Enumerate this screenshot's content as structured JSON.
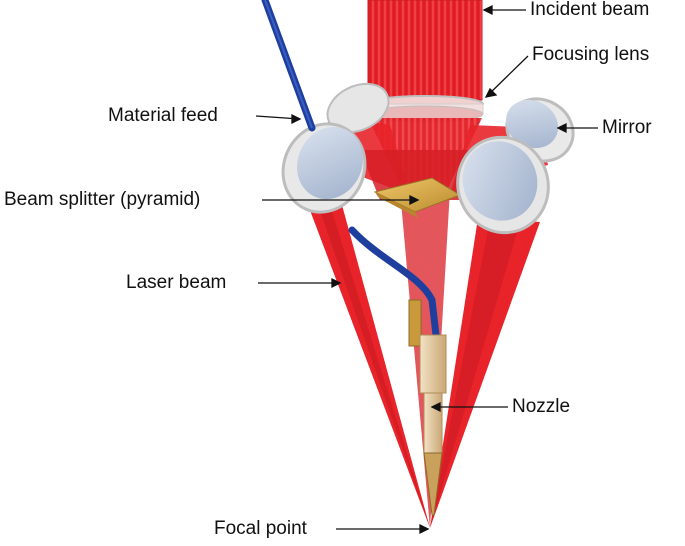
{
  "labels": {
    "incident_beam": "Incident beam",
    "focusing_lens": "Focusing lens",
    "material_feed": "Material feed",
    "mirror": "Mirror",
    "beam_splitter": "Beam splitter (pyramid)",
    "laser_beam": "Laser beam",
    "nozzle": "Nozzle",
    "focal_point": "Focal point"
  },
  "colors": {
    "laser": "#e8232a",
    "laser_dark": "#c81a20",
    "feed_tube": "#1f3f9e",
    "mirror_face": "#b8c6dc",
    "mirror_rim": "#d9d9d9",
    "pyramid": "#d9a948",
    "nozzle": "#e6cfa6"
  }
}
